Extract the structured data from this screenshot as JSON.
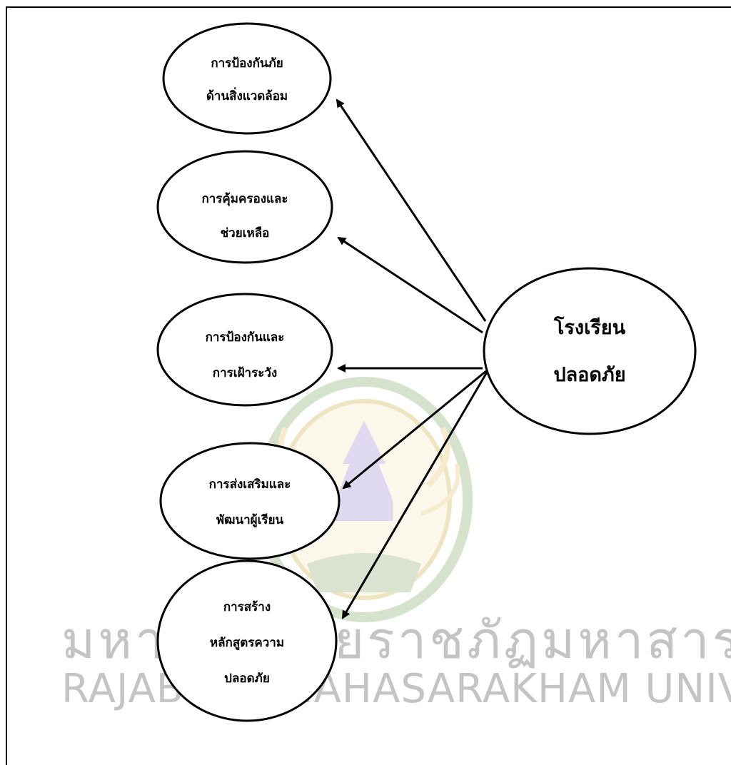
{
  "diagram": {
    "center": {
      "line1": "โรงเรียน",
      "line2": "ปลอดภัย"
    },
    "nodes": [
      {
        "id": "env",
        "line1": "การป้องกันภัย",
        "line2": "ด้านสิ่งแวดล้อม",
        "line3": ""
      },
      {
        "id": "protect",
        "line1": "การคุ้มครองและ",
        "line2": "ช่วยเหลือ",
        "line3": ""
      },
      {
        "id": "prevent",
        "line1": "การป้องกันและ",
        "line2": "การเฝ้าระวัง",
        "line3": ""
      },
      {
        "id": "promote",
        "line1": "การส่งเสริมและ",
        "line2": "พัฒนาผู้เรียน",
        "line3": ""
      },
      {
        "id": "curriculum",
        "line1": "การสร้าง",
        "line2": "หลักสูตรความ",
        "line3": "ปลอดภัย"
      }
    ]
  },
  "watermark": {
    "thai": "มหาวิทยาลัยราชภัฏมหาสารคาม",
    "english": "RAJABHAT MAHASARAKHAM UNIVERSITY",
    "logo_icon": "university-seal-icon",
    "logo_colors": [
      "#c9a227",
      "#5b8f3a",
      "#7d6bb0",
      "#e7b54a"
    ]
  }
}
